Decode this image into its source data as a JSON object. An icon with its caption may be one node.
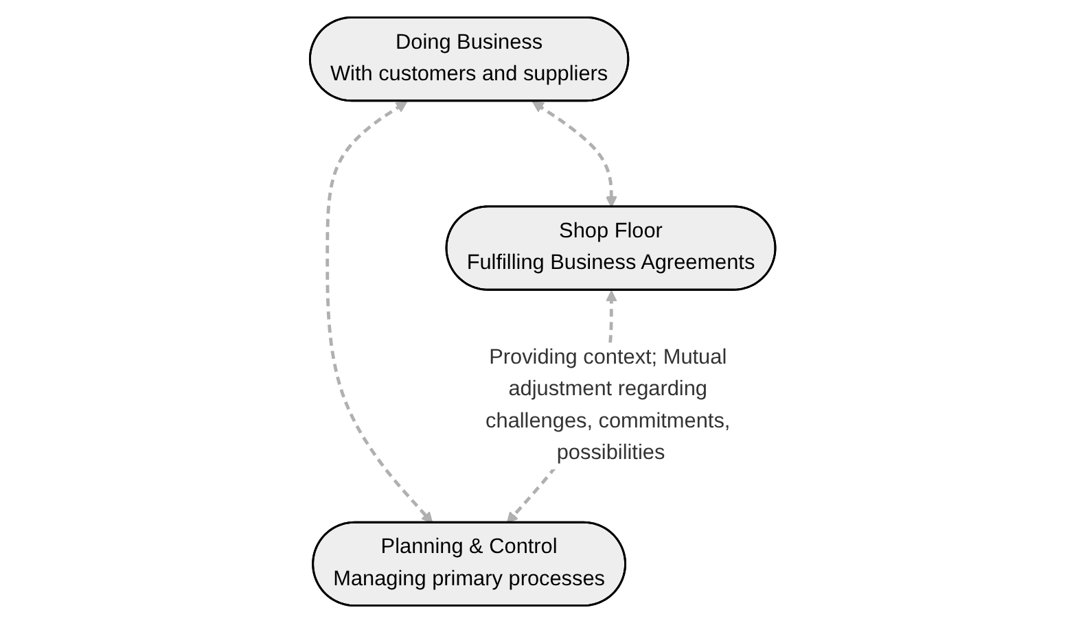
{
  "diagram": {
    "nodes": [
      {
        "text": [
          "Doing Business",
          "With customers and suppliers"
        ]
      },
      {
        "text": [
          "Shop Floor",
          "Fulfilling Business Agreements"
        ]
      },
      {
        "text": [
          "Planning & Control",
          "Managing primary processes"
        ]
      }
    ],
    "edges": [
      {
        "from": 0,
        "to": 1,
        "arrow": "both",
        "style": "dashed"
      },
      {
        "from": 0,
        "to": 2,
        "arrow": "both",
        "style": "dashed"
      },
      {
        "from": 1,
        "to": 2,
        "arrow": "both",
        "style": "dashed",
        "label": "Providing context; Mutual adjustment regarding challenges, commitments, possibilities"
      }
    ]
  }
}
